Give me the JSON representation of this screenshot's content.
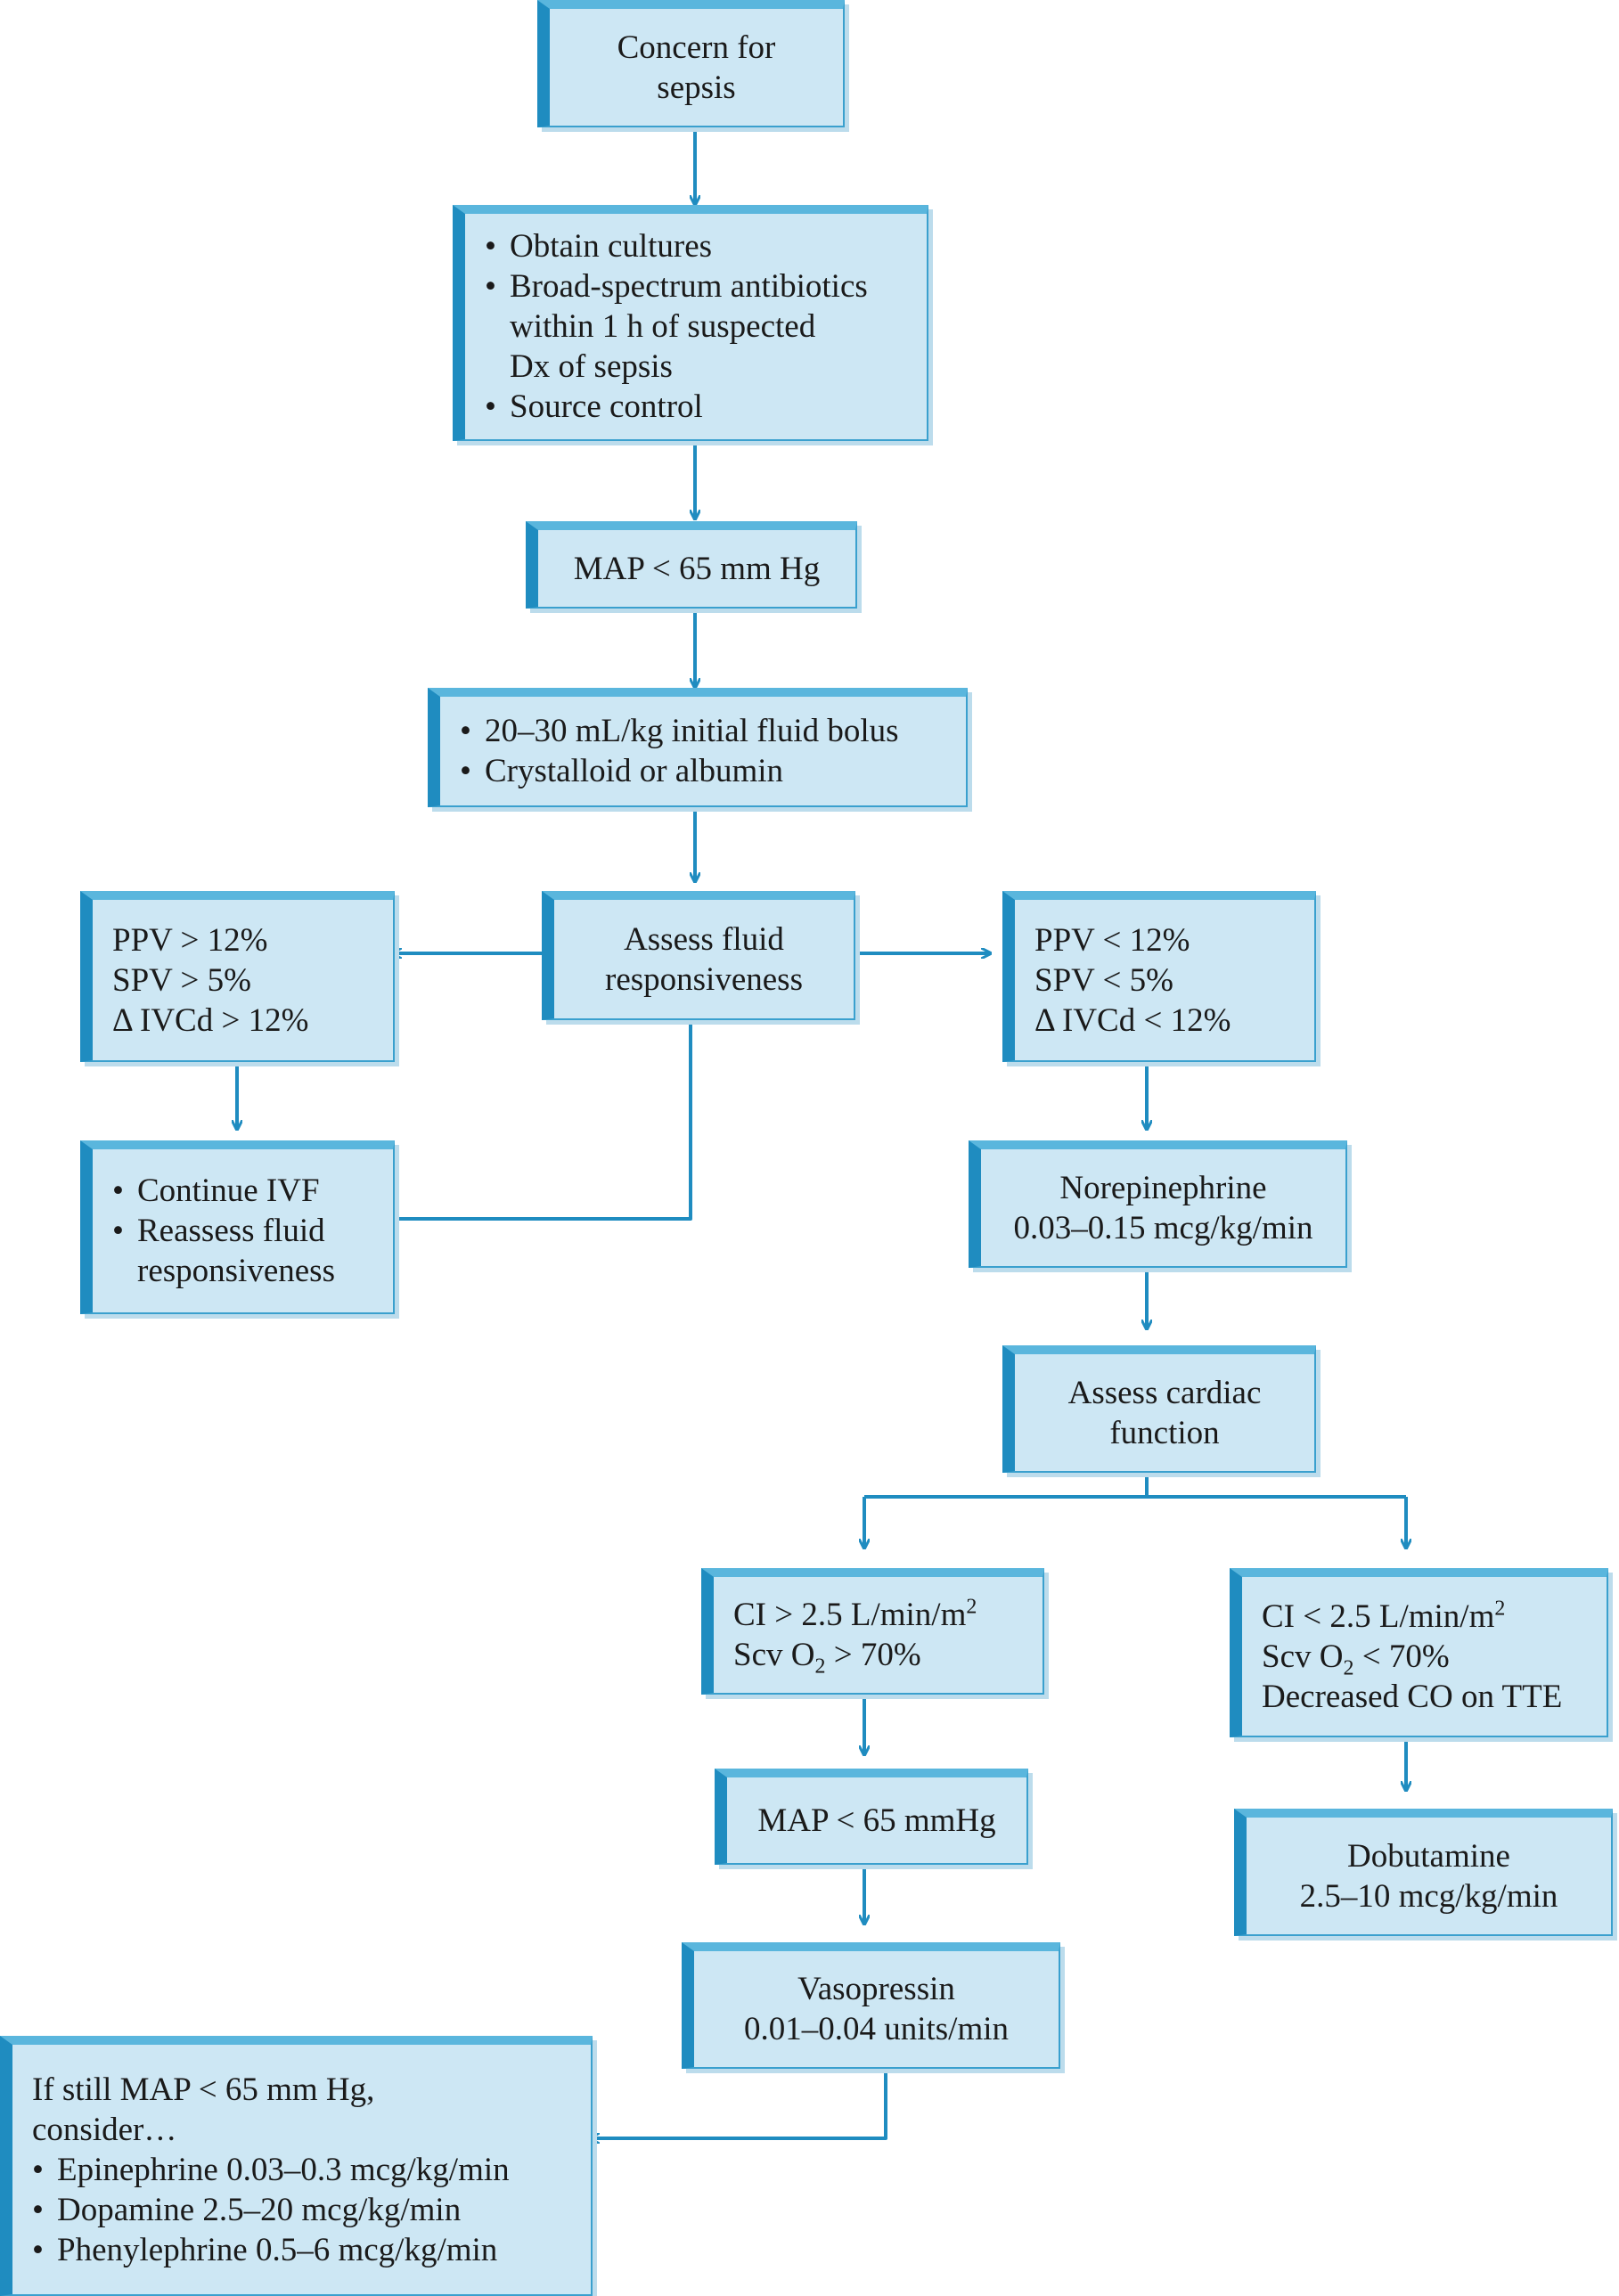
{
  "nodes": {
    "concern": {
      "lines": [
        "Concern for",
        "sepsis"
      ]
    },
    "initial": {
      "items": [
        "Obtain cultures",
        "Broad-spectrum antibiotics",
        "within 1 h of suspected",
        "Dx of sepsis",
        "Source control"
      ]
    },
    "map1": {
      "text": "MAP < 65 mm Hg"
    },
    "bolus": {
      "items": [
        "20–30 mL/kg initial fluid bolus",
        "Crystalloid or albumin"
      ]
    },
    "assess_fluid": {
      "lines": [
        "Assess fluid",
        "responsiveness"
      ]
    },
    "fluid_resp": {
      "lines": [
        "PPV > 12%",
        "SPV > 5%",
        "Δ IVCd > 12%"
      ]
    },
    "fluid_nonresp": {
      "lines": [
        "PPV < 12%",
        "SPV < 5%",
        "Δ IVCd < 12%"
      ]
    },
    "continue_ivf": {
      "items": [
        "Continue IVF",
        "Reassess fluid",
        "responsiveness"
      ]
    },
    "norepi": {
      "lines": [
        "Norepinephrine",
        "0.03–0.15 mcg/kg/min"
      ]
    },
    "assess_cardiac": {
      "lines": [
        "Assess cardiac",
        "function"
      ]
    },
    "ci_high": {
      "ci": "CI > 2.5 L/min/m",
      "ci_sup": "2",
      "scv": "Scv O",
      "scv_sub": "2",
      "scv_rest": " > 70%"
    },
    "ci_low": {
      "ci": "CI < 2.5 L/min/m",
      "ci_sup": "2",
      "scv": "Scv O",
      "scv_sub": "2",
      "scv_rest": " < 70%",
      "extra": "Decreased CO on TTE"
    },
    "map2": {
      "text": "MAP < 65 mmHg"
    },
    "dobutamine": {
      "lines": [
        "Dobutamine",
        "2.5–10 mcg/kg/min"
      ]
    },
    "vasopressin": {
      "lines": [
        "Vasopressin",
        "0.01–0.04 units/min"
      ]
    },
    "final": {
      "intro": [
        "If still MAP < 65 mm Hg,",
        "consider…"
      ],
      "items": [
        "Epinephrine 0.03–0.3 mcg/kg/min",
        "Dopamine 2.5–20 mcg/kg/min",
        "Phenylephrine 0.5–6 mcg/kg/min"
      ]
    }
  },
  "bullet_symbol": "•",
  "colors": {
    "box_fill": "#cde7f4",
    "box_border": "#3aa0ce",
    "box_edge_dark": "#1f8cc0",
    "arrow": "#1f8cc0"
  }
}
